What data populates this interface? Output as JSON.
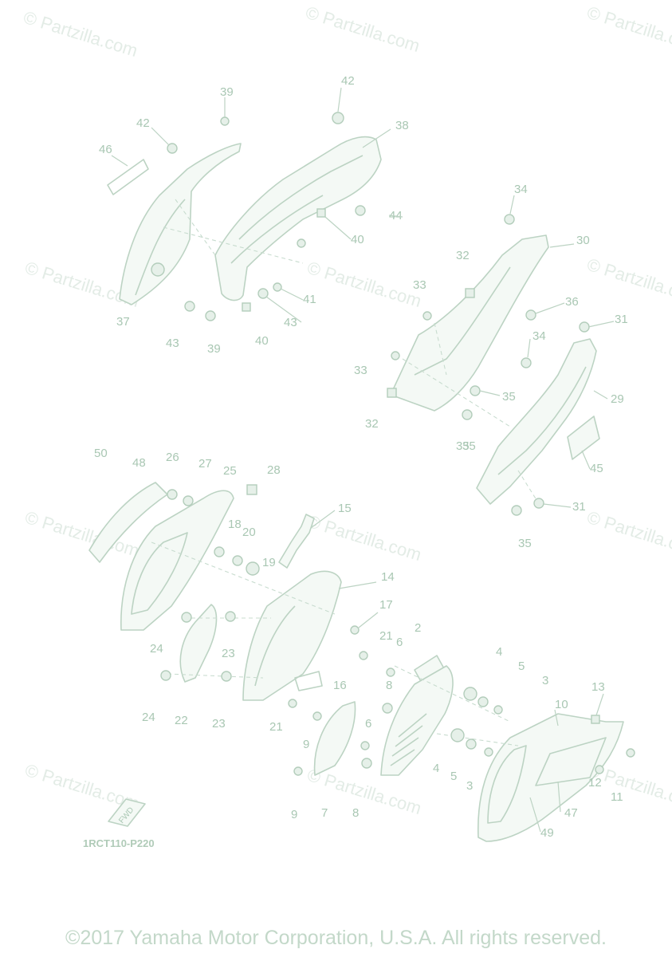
{
  "watermark": "© Partzilla.com",
  "diagram_code": "1RCT110-P220",
  "fwd_mark": "FWD",
  "copyright": "©2017 Yamaha Motor Corporation, U.S.A. All rights reserved.",
  "callouts": [
    "2",
    "3",
    "3",
    "4",
    "4",
    "5",
    "5",
    "6",
    "6",
    "7",
    "8",
    "8",
    "9",
    "9",
    "10",
    "11",
    "12",
    "13",
    "14",
    "15",
    "16",
    "17",
    "18",
    "19",
    "20",
    "21",
    "21",
    "22",
    "23",
    "23",
    "24",
    "24",
    "25",
    "26",
    "27",
    "28",
    "29",
    "30",
    "31",
    "31",
    "32",
    "32",
    "33",
    "33",
    "34",
    "34",
    "35",
    "35",
    "35",
    "35",
    "36",
    "37",
    "38",
    "39",
    "39",
    "40",
    "40",
    "41",
    "42",
    "42",
    "43",
    "43",
    "44",
    "45",
    "46",
    "47",
    "48",
    "49",
    "50"
  ]
}
